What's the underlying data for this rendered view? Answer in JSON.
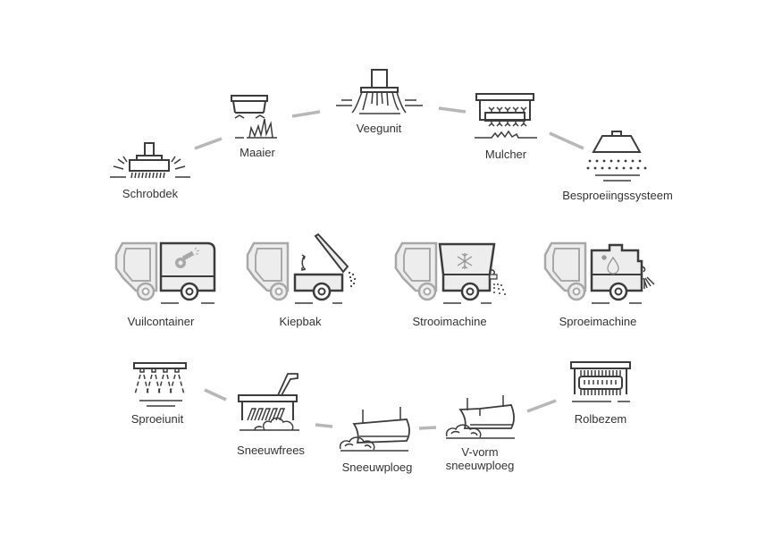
{
  "diagram": {
    "title": "",
    "colors": {
      "icon_stroke": "#3c3c3c",
      "cab_gray": "#a8a8a8",
      "fill_light": "#ededed",
      "connector": "#b7b7b7",
      "label_text": "#333333"
    },
    "top_arc": [
      {
        "id": "schrobdek",
        "label": "Schrobdek",
        "icon": "scrubber-deck-icon"
      },
      {
        "id": "maaier",
        "label": "Maaier",
        "icon": "mower-icon"
      },
      {
        "id": "veegunit",
        "label": "Veegunit",
        "icon": "sweeper-unit-icon"
      },
      {
        "id": "mulcher",
        "label": "Mulcher",
        "icon": "mulcher-icon"
      },
      {
        "id": "besproeiingssysteem",
        "label": "Besproeiingssysteem",
        "icon": "irrigation-system-icon"
      }
    ],
    "vehicles": [
      {
        "id": "vuilcontainer",
        "label": "Vuilcontainer",
        "icon": "waste-container-truck-icon"
      },
      {
        "id": "kiepbak",
        "label": "Kiepbak",
        "icon": "tipper-truck-icon"
      },
      {
        "id": "strooimachine",
        "label": "Strooimachine",
        "icon": "spreader-truck-icon"
      },
      {
        "id": "sproeimachine",
        "label": "Sproeimachine",
        "icon": "sprayer-truck-icon"
      }
    ],
    "bottom_arc": [
      {
        "id": "sproeiunit",
        "label": "Sproeiunit",
        "icon": "spray-unit-icon"
      },
      {
        "id": "sneeuwfrees",
        "label": "Sneeuwfrees",
        "icon": "snow-blower-icon"
      },
      {
        "id": "sneeuwploeg",
        "label": "Sneeuwploeg",
        "icon": "snow-plough-icon"
      },
      {
        "id": "v-vorm-sneeuwploeg",
        "label_line1": "V-vorm",
        "label_line2": "sneeuwploeg",
        "icon": "v-snow-plough-icon"
      },
      {
        "id": "rolbezem",
        "label": "Rolbezem",
        "icon": "roller-broom-icon"
      }
    ]
  }
}
